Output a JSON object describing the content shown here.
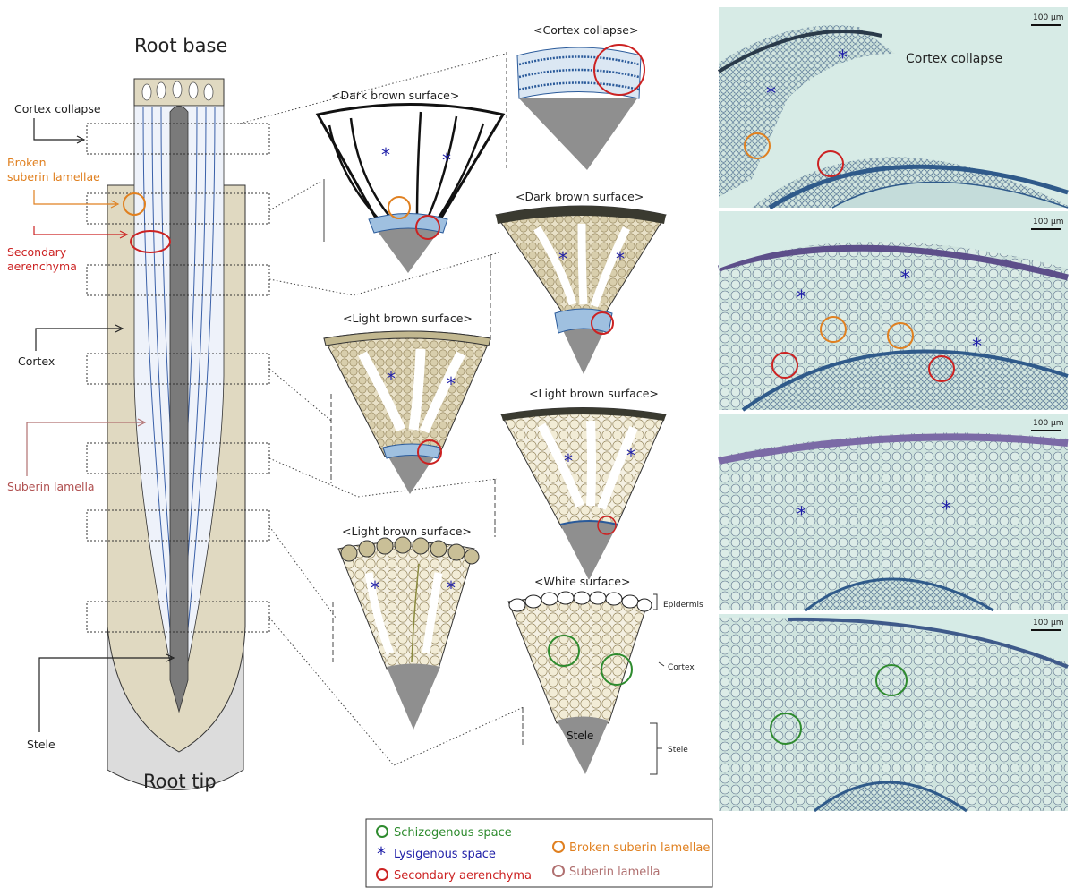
{
  "longitudinal": {
    "top_label": "Root base",
    "bottom_label": "Root tip",
    "annotations": {
      "cortex_collapse": "Cortex collapse",
      "broken_suberin": [
        "Broken",
        "suberin lamellae"
      ],
      "secondary_aerenchyma": [
        "Secondary",
        "aerenchyma"
      ],
      "cortex": "Cortex",
      "suberin_lamella": "Suberin lamella",
      "stele": "Stele"
    }
  },
  "sections": [
    {
      "label": "<Cortex collapse>"
    },
    {
      "label": "<Dark brown surface>"
    },
    {
      "label": "<Dark brown surface>"
    },
    {
      "label": "<Light brown surface>"
    },
    {
      "label": "<Light brown surface>"
    },
    {
      "label": "<Light brown surface>"
    },
    {
      "label": "<White surface>"
    }
  ],
  "white_surface_labels": {
    "epidermis": "Epidermis",
    "cortex": "Cortex",
    "stele_small": "Stele",
    "stele_inner": "Stele"
  },
  "micrographs": [
    {
      "scale": "100 µm",
      "caption": "Cortex collapse"
    },
    {
      "scale": "100 µm"
    },
    {
      "scale": "100 µm"
    },
    {
      "scale": "100 µm"
    }
  ],
  "legend": {
    "schizogenous": "Schizogenous space",
    "lysigenous": "Lysigenous space",
    "secondary_aerenchyma": "Secondary aerenchyma",
    "broken_suberin": "Broken suberin lamellae",
    "suberin_lamella": "Suberin lamella",
    "colors": {
      "schizogenous": "#2e8b2e",
      "lysigenous": "#1f1fa8",
      "secondary": "#cc2222",
      "broken": "#e08020",
      "suberin": "#b07070"
    }
  }
}
